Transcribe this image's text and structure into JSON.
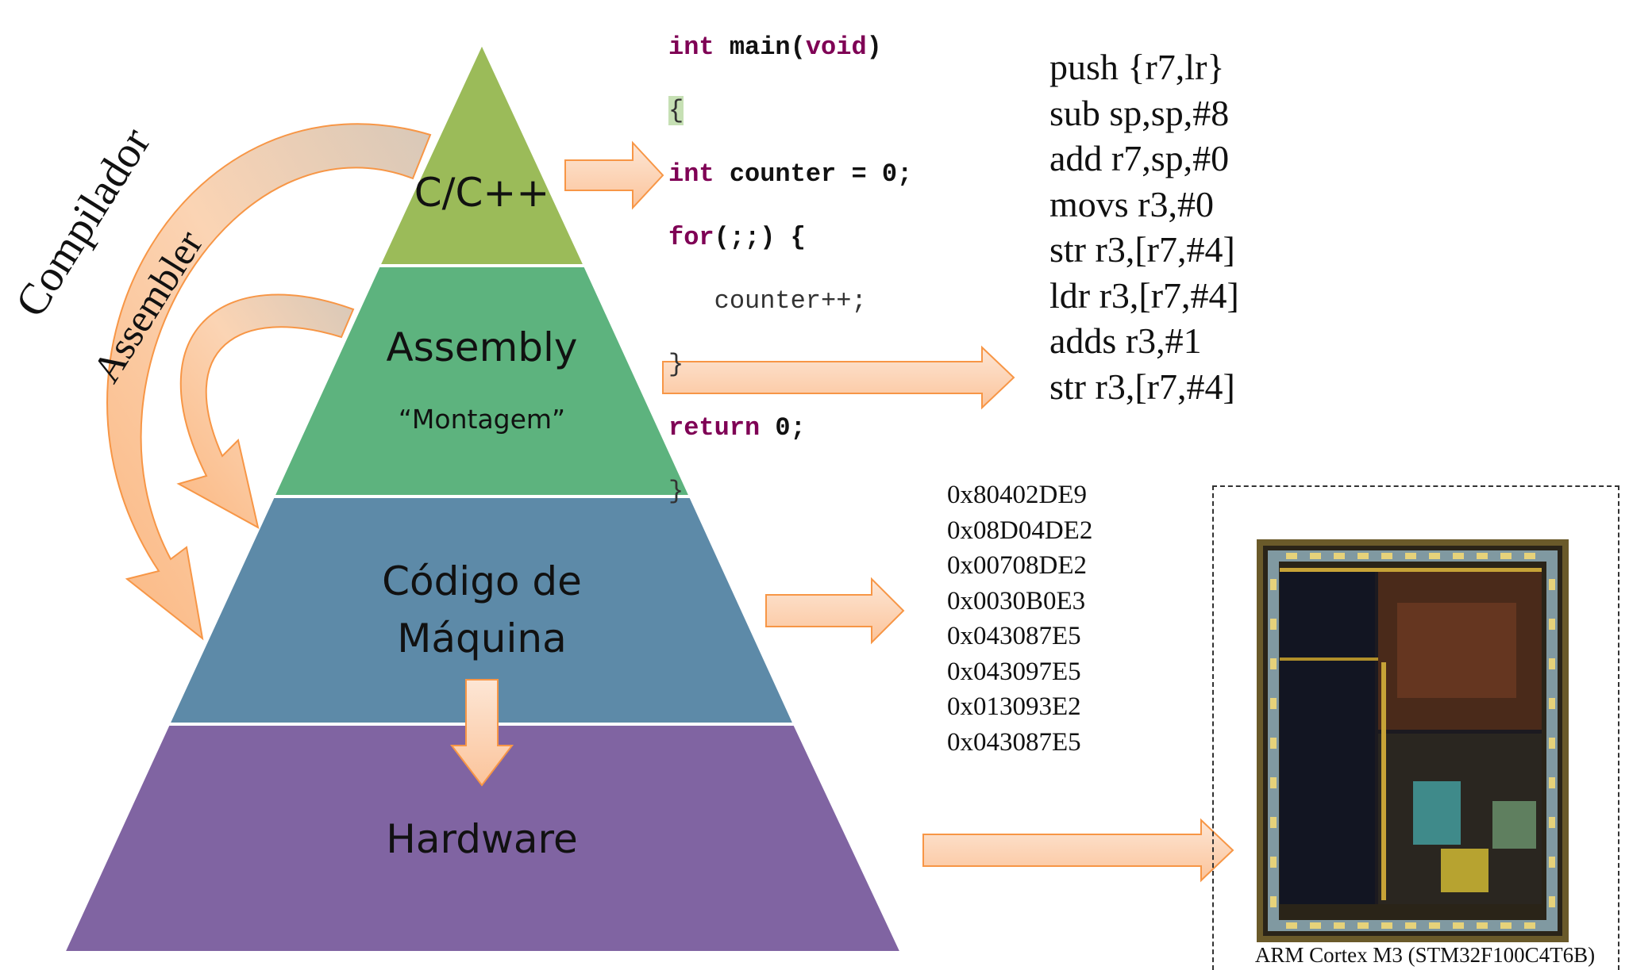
{
  "layers": {
    "cpp": "C/C++",
    "assembly": "Assembly",
    "assembly_sub": "“Montagem”",
    "machine_1": "Código de",
    "machine_2": "Máquina",
    "hardware": "Hardware"
  },
  "side_labels": {
    "compiler": "Compilador",
    "assembler": "Assembler"
  },
  "c_code": {
    "line1_kw": "int",
    "line1_rest": " main(",
    "line1_kw2": "void",
    "line1_end": ")",
    "line2": "{",
    "line3_kw": "int",
    "line3_rest": " counter = 0;",
    "line4_kw": "for",
    "line4_rest": "(;;) {",
    "line5": "   counter++;",
    "line6": "}",
    "line7_kw": "return",
    "line7_rest": " 0;",
    "line8": "}"
  },
  "assembly_lines": [
    "push {r7,lr}",
    "sub sp,sp,#8",
    "add r7,sp,#0",
    "movs r3,#0",
    "str r3,[r7,#4]",
    "ldr r3,[r7,#4]",
    "adds r3,#1",
    "str r3,[r7,#4]"
  ],
  "machine_code_lines": [
    "0x80402DE9",
    "0x08D04DE2",
    "0x00708DE2",
    "0x0030B0E3",
    "0x043087E5",
    "0x043097E5",
    "0x013093E2",
    "0x043087E5"
  ],
  "chip_caption": "ARM Cortex M3 (STM32F100C4T6B)",
  "colors": {
    "cpp": "#9bbb59",
    "assembly": "#5db37e",
    "machine": "#5d8aa8",
    "hardware": "#8064a2",
    "arrow_fill": "#fbd4b4",
    "arrow_stroke": "#f79646",
    "keyword": "#7f0055"
  }
}
